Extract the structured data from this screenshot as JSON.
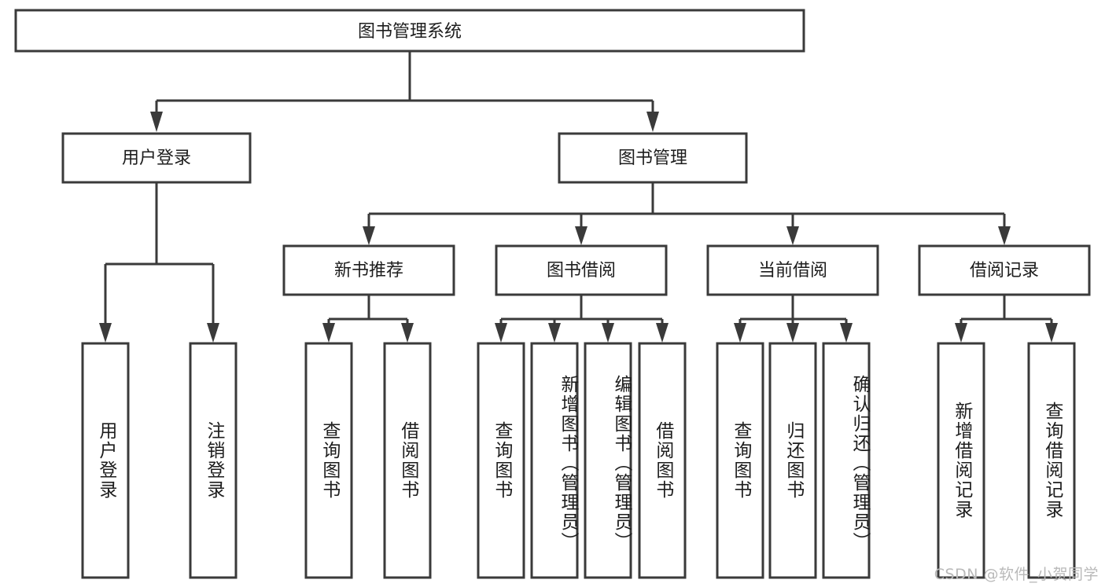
{
  "diagram": {
    "title": "图书管理系统",
    "type": "hierarchy-tree",
    "watermark": "CSDN @软件_小贺同学",
    "colors": {
      "box_stroke": "#3a3a3a",
      "box_fill": "#ffffff",
      "text": "#1d1d1d",
      "background": "#ffffff",
      "watermark_text": "#b9b9b9"
    },
    "levels": {
      "root": {
        "label": "图书管理系统"
      },
      "level2": [
        {
          "id": "user-login",
          "label": "用户登录"
        },
        {
          "id": "book-manage",
          "label": "图书管理"
        }
      ],
      "level3": [
        {
          "id": "new-book-recommend",
          "label": "新书推荐",
          "parent": "book-manage"
        },
        {
          "id": "book-borrow",
          "label": "图书借阅",
          "parent": "book-manage"
        },
        {
          "id": "current-borrow",
          "label": "当前借阅",
          "parent": "book-manage"
        },
        {
          "id": "borrow-record",
          "label": "借阅记录",
          "parent": "book-manage"
        }
      ],
      "leaves": [
        {
          "id": "leaf-user-login",
          "label": "用户登录",
          "parent": "user-login"
        },
        {
          "id": "leaf-logout",
          "label": "注销登录",
          "parent": "user-login"
        },
        {
          "id": "leaf-query-book-1",
          "label": "查询图书",
          "parent": "new-book-recommend"
        },
        {
          "id": "leaf-borrow-book-1",
          "label": "借阅图书",
          "parent": "new-book-recommend"
        },
        {
          "id": "leaf-query-book-2",
          "label": "查询图书",
          "parent": "book-borrow"
        },
        {
          "id": "leaf-add-book",
          "label": "新增图书（管理员）",
          "parent": "book-borrow"
        },
        {
          "id": "leaf-edit-book",
          "label": "编辑图书（管理员）",
          "parent": "book-borrow"
        },
        {
          "id": "leaf-borrow-book-2",
          "label": "借阅图书",
          "parent": "book-borrow"
        },
        {
          "id": "leaf-query-book-3",
          "label": "查询图书",
          "parent": "current-borrow"
        },
        {
          "id": "leaf-return-book",
          "label": "归还图书",
          "parent": "current-borrow"
        },
        {
          "id": "leaf-confirm-return",
          "label": "确认归还（管理员）",
          "parent": "current-borrow"
        },
        {
          "id": "leaf-add-record",
          "label": "新增借阅记录",
          "parent": "borrow-record"
        },
        {
          "id": "leaf-query-record",
          "label": "查询借阅记录",
          "parent": "borrow-record"
        }
      ]
    }
  }
}
